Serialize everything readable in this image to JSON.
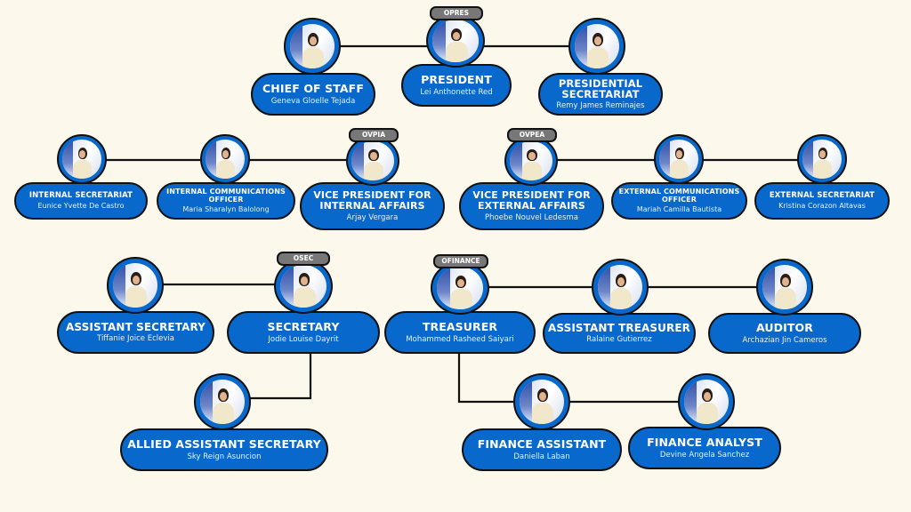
{
  "colors": {
    "background": "#fdf8ec",
    "pill": "#0868cc",
    "outline": "#111111",
    "tag": "#777777"
  },
  "tags": {
    "opres": "OPRES",
    "ovpia": "OVPIA",
    "ovpea": "OVPEA",
    "osec": "OSEC",
    "ofinance": "OFINANCE"
  },
  "members": {
    "chief_of_staff": {
      "role": "CHIEF OF STAFF",
      "name": "Geneva Gloelle Tejada",
      "photo": "portrait-icon"
    },
    "president": {
      "role": "PRESIDENT",
      "name": "Lei Anthonette Red",
      "photo": "portrait-icon"
    },
    "presidential_secretariat": {
      "role": "PRESIDENTIAL SECRETARIAT",
      "name": "Remy James Reminajes",
      "photo": "portrait-icon"
    },
    "internal_secretariat": {
      "role": "INTERNAL SECRETARIAT",
      "name": "Eunice Yvette De Castro",
      "photo": "portrait-icon"
    },
    "internal_comms": {
      "role": "INTERNAL COMMUNICATIONS OFFICER",
      "name": "Maria Sharalyn Balolong",
      "photo": "portrait-icon"
    },
    "vp_internal": {
      "role": "VICE PRESIDENT FOR INTERNAL AFFAIRS",
      "name": "Arjay Vergara",
      "photo": "portrait-icon"
    },
    "vp_external": {
      "role": "VICE PRESIDENT FOR EXTERNAL AFFAIRS",
      "name": "Phoebe Nouvel Ledesma",
      "photo": "portrait-icon"
    },
    "external_comms": {
      "role": "EXTERNAL COMMUNICATIONS OFFICER",
      "name": "Mariah Camilla Bautista",
      "photo": "portrait-icon"
    },
    "external_secretariat": {
      "role": "EXTERNAL SECRETARIAT",
      "name": "Kristina Corazon Altavas",
      "photo": "portrait-icon"
    },
    "assistant_secretary": {
      "role": "ASSISTANT SECRETARY",
      "name": "Tiffanie Joice Eclevia",
      "photo": "portrait-icon"
    },
    "secretary": {
      "role": "SECRETARY",
      "name": "Jodie Louise Dayrit",
      "photo": "portrait-icon"
    },
    "allied_assistant_secretary": {
      "role": "ALLIED ASSISTANT SECRETARY",
      "name": "Sky Reign Asuncion",
      "photo": "portrait-icon"
    },
    "treasurer": {
      "role": "TREASURER",
      "name": "Mohammed Rasheed Saiyari",
      "photo": "portrait-icon"
    },
    "assistant_treasurer": {
      "role": "ASSISTANT TREASURER",
      "name": "Ralaine Gutierrez",
      "photo": "portrait-icon"
    },
    "auditor": {
      "role": "AUDITOR",
      "name": "Archazian Jin Cameros",
      "photo": "portrait-icon"
    },
    "finance_assistant": {
      "role": "FINANCE ASSISTANT",
      "name": "Daniella Laban",
      "photo": "portrait-icon"
    },
    "finance_analyst": {
      "role": "FINANCE ANALYST",
      "name": "Devine Angela Sanchez",
      "photo": "portrait-icon"
    }
  }
}
